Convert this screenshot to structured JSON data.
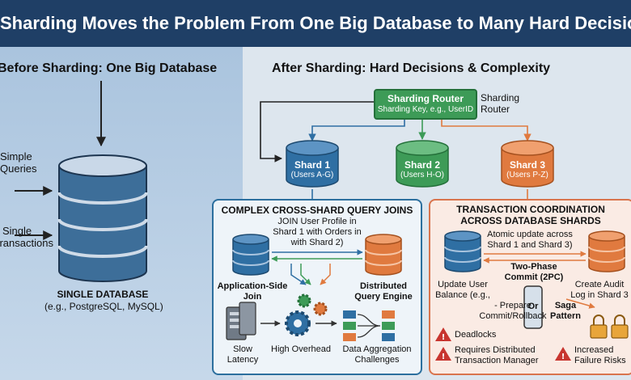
{
  "banner": {
    "title": "Sharding Moves the Problem From One Big Database to Many Hard Decisions"
  },
  "before": {
    "heading": "Before Sharding: One Big Database",
    "label_queries": [
      "Simple",
      "Queries"
    ],
    "label_transactions": [
      "Single",
      "Transactions"
    ],
    "db_title": "SINGLE DATABASE",
    "db_subtitle": "(e.g., PostgreSQL, MySQL)"
  },
  "after": {
    "heading": "After Sharding: Hard Decisions & Complexity",
    "router": {
      "title": "Sharding Router",
      "subtitle": "Sharding Key, e.g., UserID",
      "side_label": [
        "Sharding",
        "Router"
      ]
    },
    "shards": [
      {
        "name": "Shard 1",
        "range": "(Users A-G)",
        "color": "#2f6fa3"
      },
      {
        "name": "Shard 2",
        "range": "(Users H-O)",
        "color": "#3d9b57"
      },
      {
        "name": "Shard 3",
        "range": "(Users P-Z)",
        "color": "#e07a3f"
      }
    ]
  },
  "cross_shard": {
    "title": "COMPLEX CROSS-SHARD QUERY JOINS",
    "note": [
      "JOIN User Profile in",
      "Shard 1 with Orders in",
      "with Shard 2)"
    ],
    "left_label": [
      "Application-Side",
      "Join"
    ],
    "right_label": [
      "Distributed",
      "Query Engine"
    ],
    "bottom": [
      {
        "label": [
          "Slow",
          "Latency"
        ]
      },
      {
        "label": [
          "High Overhead"
        ]
      },
      {
        "label": [
          "Data Aggregation",
          "Challenges"
        ]
      }
    ]
  },
  "transactions": {
    "title": [
      "TRANSACTION COORDINATION",
      "ACROSS DATABASE SHARDS"
    ],
    "note": [
      "Atomic update across",
      "Shard 1 and Shard 3)"
    ],
    "two_phase": [
      "Two-Phase",
      "Commit (2PC)"
    ],
    "left_label": [
      "Update User",
      "Balance (e.g.,"
    ],
    "prepare": [
      "- Prepare",
      "Commit/Rollback"
    ],
    "or": "Or",
    "right_label": [
      "Create Audit",
      "Log in Shard 3"
    ],
    "saga": [
      "Saga",
      "Pattern"
    ],
    "risks": [
      {
        "label": [
          "Deadlocks"
        ]
      },
      {
        "label": [
          "Requires Distributed",
          "Transaction Manager"
        ]
      },
      {
        "label": [
          "Increased",
          "Failure Risks"
        ]
      }
    ]
  }
}
